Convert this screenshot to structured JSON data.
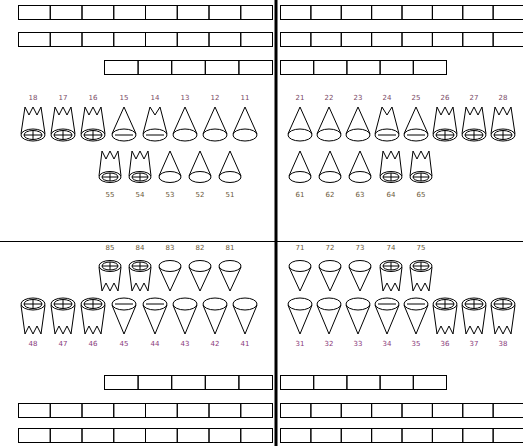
{
  "diagram": {
    "labels": [
      "18",
      "17",
      "16",
      "15",
      "14",
      "13",
      "12",
      "11",
      "21",
      "22",
      "23",
      "24",
      "25",
      "26",
      "27",
      "28",
      "55",
      "54",
      "53",
      "52",
      "51",
      "61",
      "62",
      "63",
      "64",
      "65",
      "85",
      "84",
      "83",
      "82",
      "81",
      "71",
      "72",
      "73",
      "74",
      "75",
      "48",
      "47",
      "46",
      "45",
      "44",
      "43",
      "42",
      "41",
      "31",
      "32",
      "33",
      "34",
      "35",
      "36",
      "37",
      "38"
    ]
  }
}
